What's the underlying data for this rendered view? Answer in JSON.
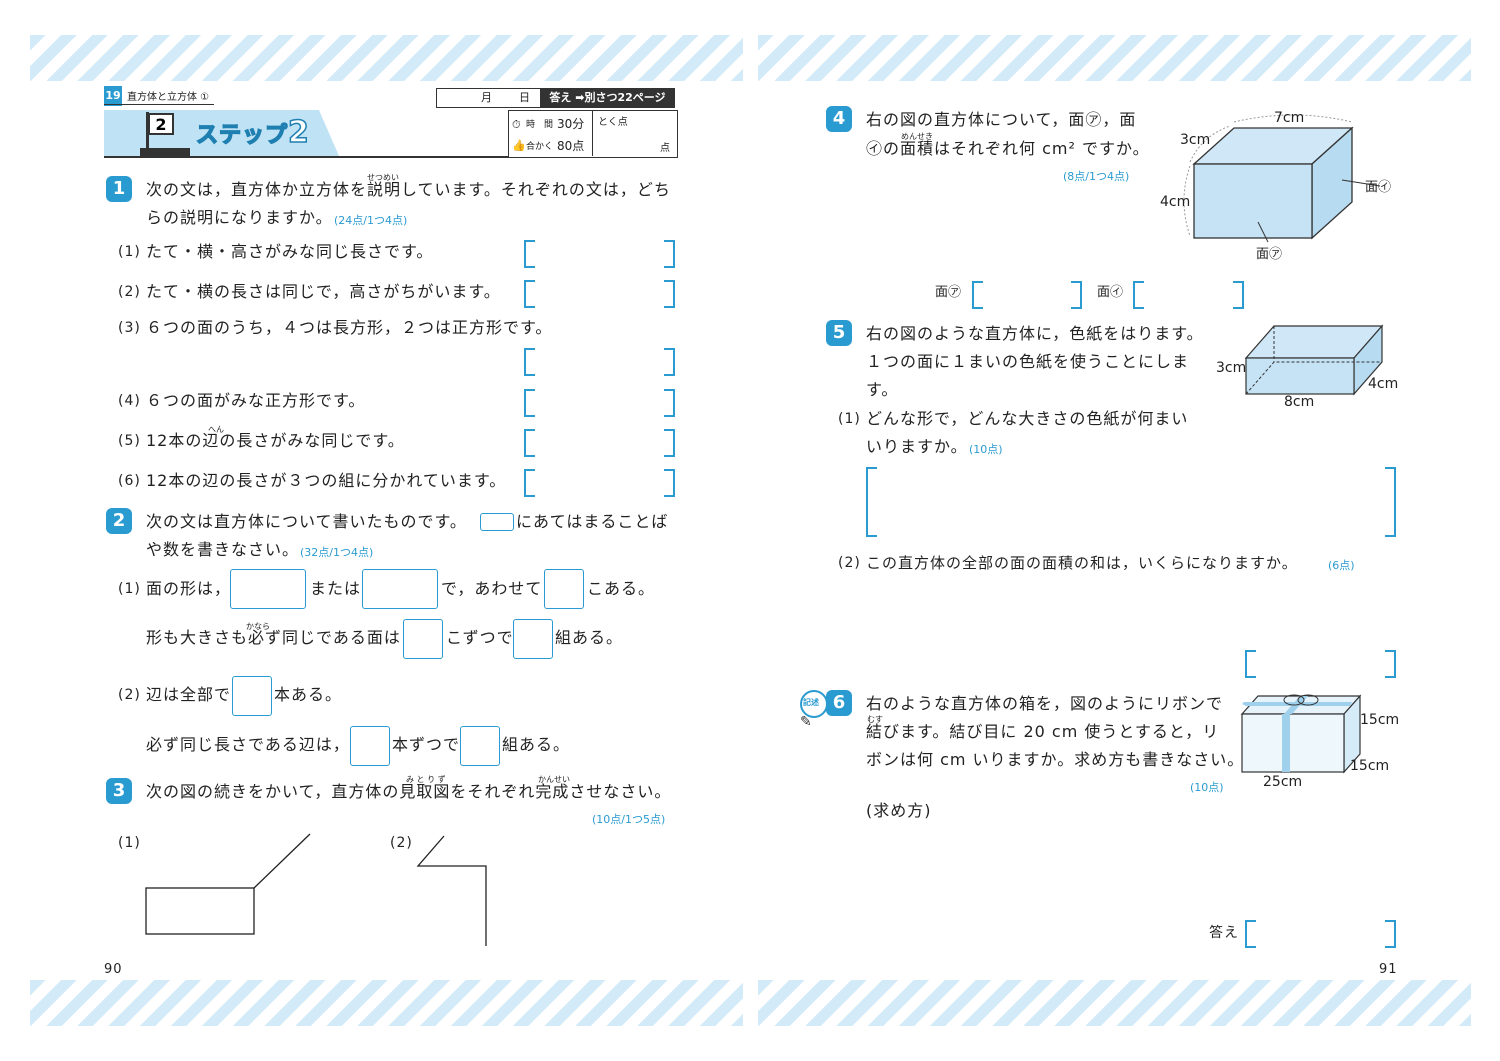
{
  "left": {
    "unit_no": "19",
    "unit_title": "直方体と立方体 ①",
    "header_month": "月",
    "header_day": "日",
    "answer_ref": "答え ➡別さつ22ページ",
    "step_small": "ステップ",
    "step_num": "2",
    "step_label": "ステップ",
    "step_big": "2",
    "time_label": "時　間",
    "time_value": "30分",
    "pass_label": "合かく",
    "pass_value": "80点",
    "score_label": "とく点",
    "score_unit": "点",
    "page_no": "90",
    "q1": {
      "num": "1",
      "line1": "次の文は，直方体か立方体を説明しています。それぞれの文は，どち",
      "line2": "らの説明になりますか。",
      "points": "(24点/1つ4点)",
      "ruby_setsumei": "せつめい",
      "items": [
        {
          "label": "(1)",
          "text": "たて・横・高さがみな同じ長さです。"
        },
        {
          "label": "(2)",
          "text": "たて・横の長さは同じで，高さがちがいます。"
        },
        {
          "label": "(3)",
          "text": "６つの面のうち，４つは長方形，２つは正方形です。"
        },
        {
          "label": "(4)",
          "text": "６つの面がみな正方形です。"
        },
        {
          "label": "(5)",
          "text": "12本の辺の長さがみな同じです。"
        },
        {
          "label": "(6)",
          "text": "12本の辺の長さが３つの組に分かれています。"
        }
      ],
      "ruby_hen": "へん"
    },
    "q2": {
      "num": "2",
      "line1a": "次の文は直方体について書いたものです。",
      "line1b": "にあてはまることば",
      "line2": "や数を書きなさい。",
      "points": "(32点/1つ4点)",
      "i1_label": "(1)",
      "i1_a": "面の形は，",
      "i1_b": "または",
      "i1_c": "で，あわせて",
      "i1_d": "こある。",
      "i1_e": "形も大きさも必ず同じである面は",
      "i1_f": "こずつで",
      "i1_g": "組ある。",
      "ruby_kanara": "かなら",
      "i2_label": "(2)",
      "i2_a": "辺は全部で",
      "i2_b": "本ある。",
      "i2_c": "必ず同じ長さである辺は，",
      "i2_d": "本ずつで",
      "i2_e": "組ある。"
    },
    "q3": {
      "num": "3",
      "line1": "次の図の続きをかいて，直方体の見取図をそれぞれ完成させなさい。",
      "points": "(10点/1つ5点)",
      "ruby_mitorizu": "み と り ず",
      "ruby_kansei": "かんせい",
      "i1_label": "(1)",
      "i2_label": "(2)"
    }
  },
  "right": {
    "page_no": "91",
    "q4": {
      "num": "4",
      "line1": "右の図の直方体について，面㋐，面",
      "line2": "㋑の面積はそれぞれ何 cm² ですか。",
      "ruby_menseki": "めんせき",
      "points": "(8点/1つ4点)",
      "dim_w": "7cm",
      "dim_d": "3cm",
      "dim_h": "4cm",
      "face_a": "面㋐",
      "face_i": "面㋑",
      "ans_a": "面㋐",
      "ans_i": "面㋑"
    },
    "q5": {
      "num": "5",
      "line1": "右の図のような直方体に，色紙をはります。",
      "line2": "１つの面に１まいの色紙を使うことにしま",
      "line3": "す。",
      "dim_h": "3cm",
      "dim_w": "8cm",
      "dim_d": "4cm",
      "i1_label": "(1)",
      "i1_line1": "どんな形で，どんな大きさの色紙が何まい",
      "i1_line2": "いりますか。",
      "i1_points": "(10点)",
      "i2_label": "(2)",
      "i2_text": "この直方体の全部の面の面積の和は，いくらになりますか。",
      "i2_points": "(6点)"
    },
    "q6": {
      "num": "6",
      "badge": "記述",
      "line1": "右のような直方体の箱を，図のようにリボンで",
      "line2": "結びます。結び目に 20 cm 使うとすると，リ",
      "line3": "ボンは何 cm いりますか。求め方も書きなさい。",
      "ruby_musu": "むす",
      "points": "(10点)",
      "dim_h": "15cm",
      "dim_d": "15cm",
      "dim_w": "25cm",
      "method": "(求め方)",
      "answer": "答え"
    }
  },
  "colors": {
    "accent": "#2a9bd0",
    "stripe": "#d3ebf8",
    "banner": "#bfe3f5"
  }
}
